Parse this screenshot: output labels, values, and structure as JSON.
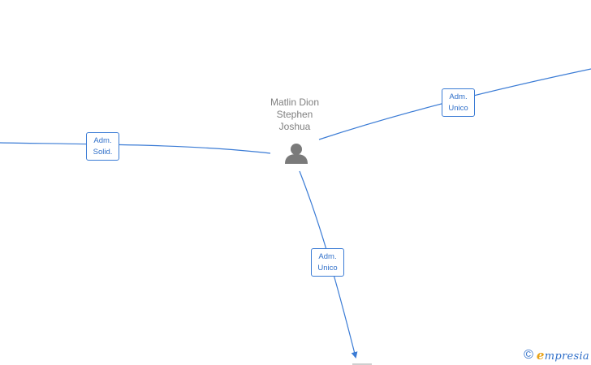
{
  "person": {
    "name_lines": [
      "Matlin Dion",
      "Stephen",
      "Joshua"
    ],
    "icon": "person-icon"
  },
  "edges": [
    {
      "id": "left",
      "role_lines": [
        "Adm.",
        "Solid."
      ]
    },
    {
      "id": "right",
      "role_lines": [
        "Adm.",
        "Unico"
      ]
    },
    {
      "id": "bottom",
      "role_lines": [
        "Adm.",
        "Unico"
      ]
    }
  ],
  "watermark": {
    "symbol": "©",
    "brand_initial": "e",
    "brand_rest": "mpresia"
  },
  "colors": {
    "edge": "#3a7bd5",
    "label_text": "#2f6fc9",
    "person_icon": "#7a7a7a",
    "person_text": "#808080",
    "brand_accent": "#e8a317"
  }
}
